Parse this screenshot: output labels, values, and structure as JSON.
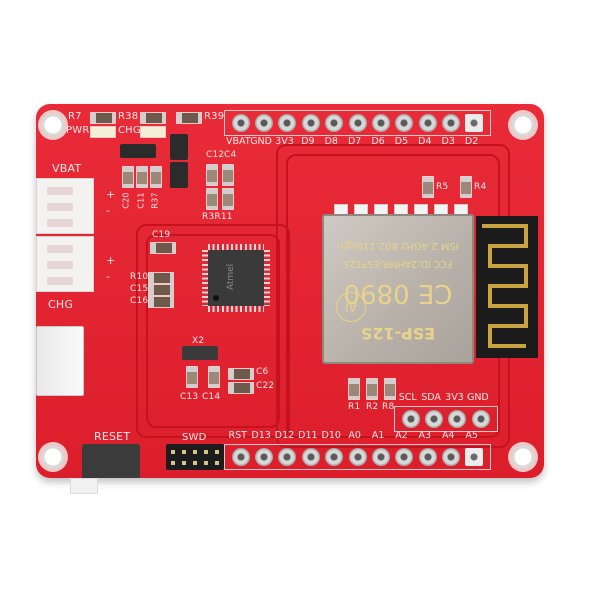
{
  "image": {
    "subject": "Red development board with ATmega MCU and ESP-12S WiFi module",
    "background_color": "#ffffff",
    "board_color": "#e8202e",
    "silkscreen_color": "#fbe9ea"
  },
  "top_header": {
    "labels": [
      "VBAT",
      "GND",
      "3V3",
      "D9",
      "D8",
      "D7",
      "D6",
      "D5",
      "D4",
      "D3",
      "D2"
    ],
    "pin_count": 11
  },
  "bottom_header": {
    "labels": [
      "RST",
      "D13",
      "D12",
      "D11",
      "D10",
      "A0",
      "A1",
      "A2",
      "A3",
      "A4",
      "A5"
    ],
    "pin_count": 11
  },
  "i2c_header": {
    "labels": [
      "SCL",
      "SDA",
      "3V3",
      "GND"
    ]
  },
  "connectors": {
    "vbat_label": "VBAT",
    "chg_label": "CHG",
    "plus": "+",
    "minus": "-",
    "reset_label": "RESET",
    "swd_label": "SWD"
  },
  "led_labels": {
    "pwr": "PWR",
    "chg": "CHG"
  },
  "component_labels": {
    "r7": "R7",
    "r38": "R38",
    "r39": "R39",
    "c12": "C12",
    "c4": "C4",
    "c20": "C20",
    "c11": "C11",
    "r37": "R37",
    "r3": "R3",
    "r11": "R11",
    "c19": "C19",
    "r10": "R10",
    "c15": "C15",
    "c16": "C16",
    "x2": "X2",
    "c13": "C13",
    "c14": "C14",
    "c6": "C6",
    "c22": "C22",
    "r5": "R5",
    "r4": "R4",
    "r1": "R1",
    "r2": "R2",
    "r8": "R8"
  },
  "esp_module": {
    "line1": "ESP-12S",
    "line2": "CE 0890",
    "line3": "FCC ID:2AHMR-ESP12S",
    "line4": "ISM 2.4GHz  802.11b/g/n",
    "brand": "AI"
  },
  "mcu": {
    "marking": "Atmel"
  }
}
